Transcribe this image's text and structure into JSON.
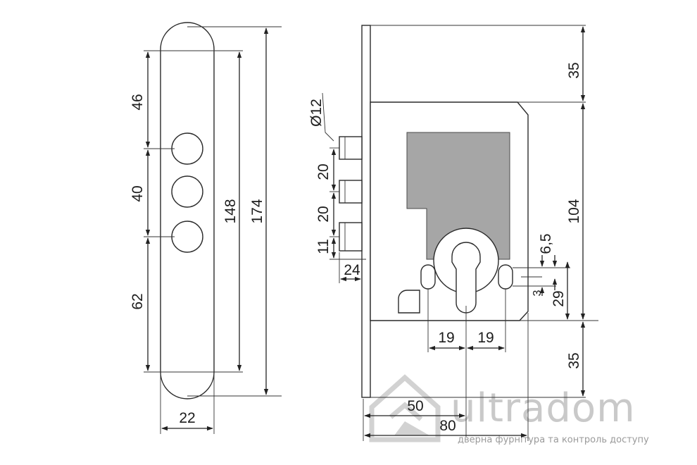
{
  "dimensions": {
    "plate_hole_pitch_top": "46",
    "plate_hole_pitch_mid": "40",
    "plate_hole_pitch_bottom": "62",
    "plate_inner_length": "148",
    "plate_total_length": "174",
    "plate_width": "22",
    "bolt_diameter": "Ø12",
    "bolt_spacing_1": "20",
    "bolt_spacing_2": "20",
    "bolt_offset": "11",
    "bolt_projection": "24",
    "top_offset": "35",
    "body_height": "104",
    "bottom_offset": "35",
    "screw_slot": "6,5",
    "slot_offset": "3",
    "cylinder_offset": "29",
    "screw_left": "19",
    "screw_right": "19",
    "backset": "50",
    "body_depth": "80"
  },
  "watermark": {
    "brand": "ultradom",
    "tagline": "дверна фурнітура та контроль доступу"
  },
  "colors": {
    "lock_mechanism_fill": "#a6a6a6",
    "line": "#222222",
    "watermark": "#c9c9c9"
  }
}
